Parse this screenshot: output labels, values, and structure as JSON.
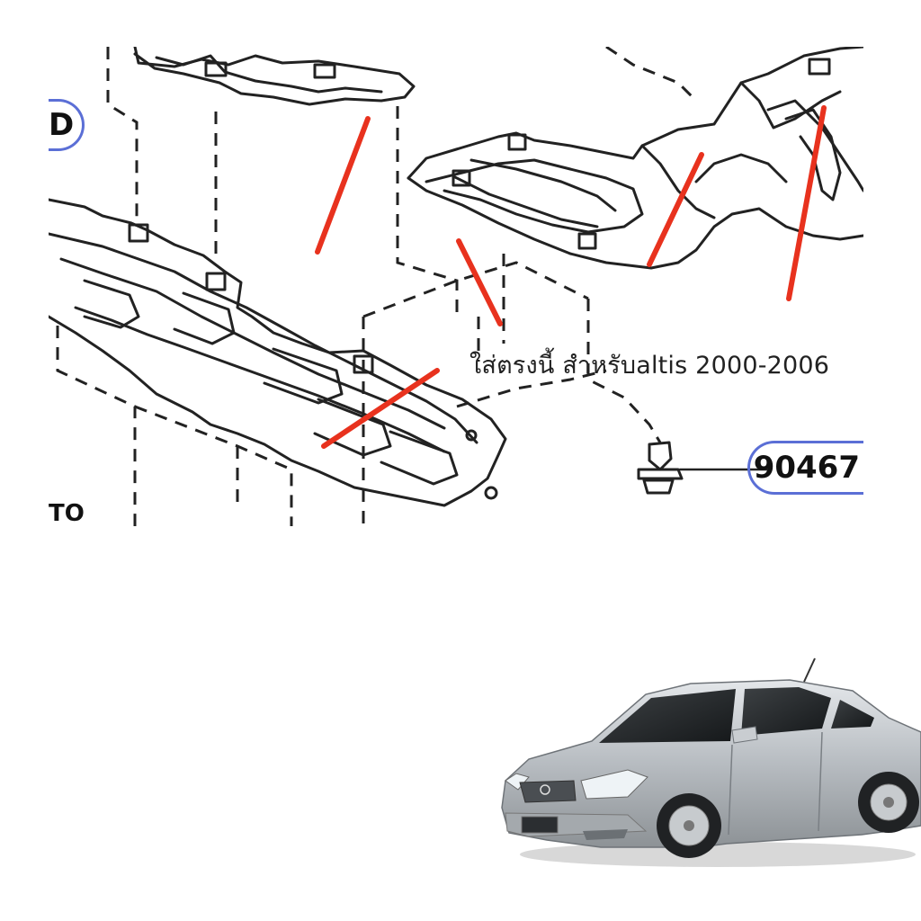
{
  "diagram": {
    "annotation_text": "ใส่ตรงนี้ สำหรับaltis 2000-2006",
    "left_badge": "D",
    "left_bottom_label": "TO",
    "part_number": "90467",
    "marker_color": "#e8321e"
  }
}
